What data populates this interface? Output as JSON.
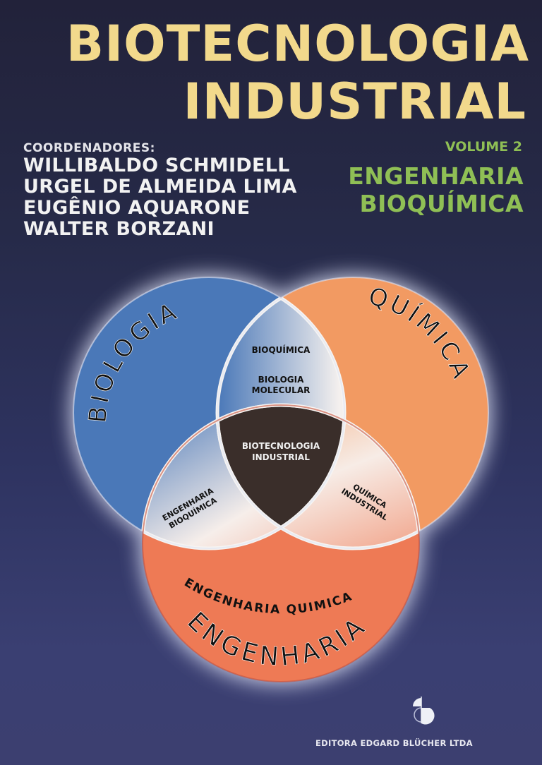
{
  "cover": {
    "title_line1": "BIOTECNOLOGIA",
    "title_line2": "INDUSTRIAL",
    "coordinators_label": "COORDENADORES:",
    "coordinators": [
      "WILLIBALDO SCHMIDELL",
      "URGEL DE ALMEIDA LIMA",
      "EUGÊNIO AQUARONE",
      "WALTER BORZANI"
    ],
    "volume": "VOLUME 2",
    "subtitle_line1": "ENGENHARIA",
    "subtitle_line2": "BIOQUÍMICA",
    "publisher": "EDITORA EDGARD BLÜCHER LTDA",
    "publisher_logo_icon": "publisher-logo-icon"
  },
  "venn": {
    "circles": [
      {
        "label": "BIOLOGIA",
        "color": "#4a78b8"
      },
      {
        "label": "QUÍMICA",
        "color": "#f29a62"
      },
      {
        "label": "ENGENHARIA",
        "color": "#ee7a55"
      }
    ],
    "intersections": {
      "biology_chemistry_1": "BIOQUÍMICA",
      "biology_chemistry_2a": "BIOLOGIA",
      "biology_chemistry_2b": "MOLECULAR",
      "center_a": "BIOTECNOLOGIA",
      "center_b": "INDUSTRIAL",
      "biology_engineering_a": "ENGENHARIA",
      "biology_engineering_b": "BIOQUÍMICA",
      "chemistry_engineering_a": "QUÍMICA",
      "chemistry_engineering_b": "INDUSTRIAL",
      "engineering_inner": "ENGENHARIA QUIMICA"
    },
    "colors": {
      "title": "#f2d98c",
      "subtitle": "#8fbf55",
      "center": "#3a2e2a",
      "background_top": "#22223a",
      "background_bottom": "#3c3f70"
    }
  }
}
